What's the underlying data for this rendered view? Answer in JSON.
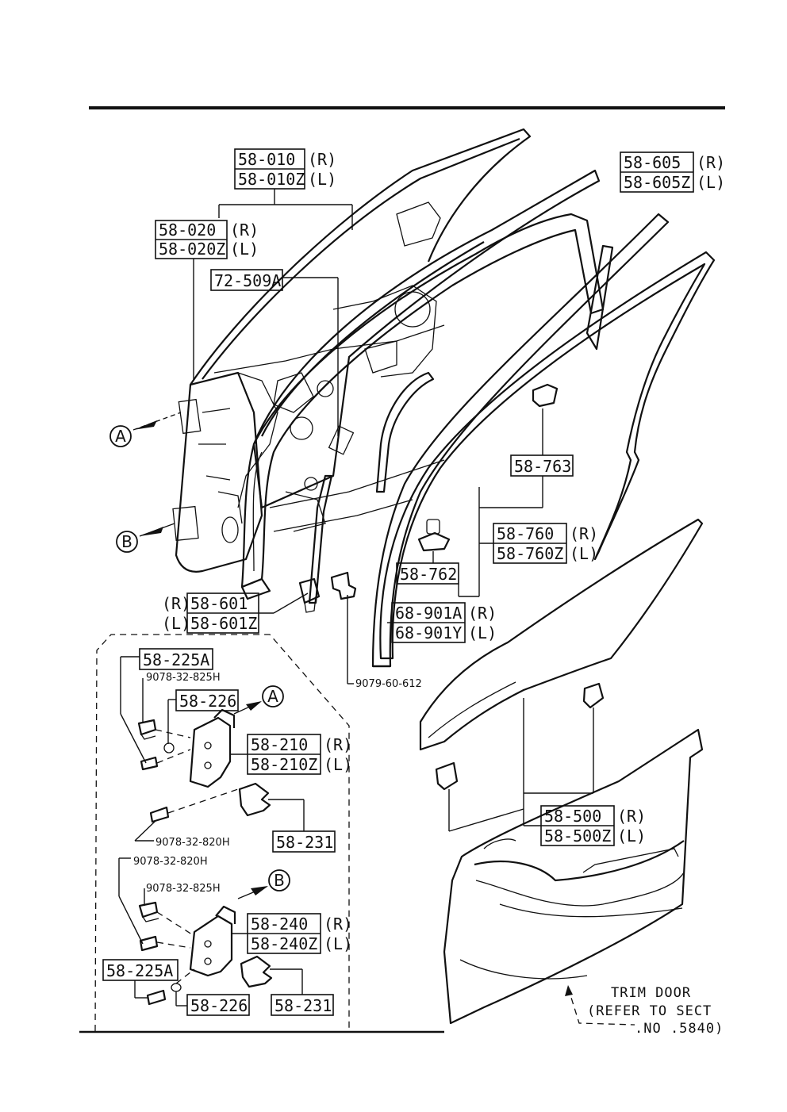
{
  "labels": {
    "l58_010": "58-010",
    "l58_010_side": "(R)",
    "l58_010z": "58-010Z",
    "l58_010z_side": "(L)",
    "l58_020": "58-020",
    "l58_020_side": "(R)",
    "l58_020z": "58-020Z",
    "l58_020z_side": "(L)",
    "l72_509a": "72-509A",
    "l58_605": "58-605",
    "l58_605_side": "(R)",
    "l58_605z": "58-605Z",
    "l58_605z_side": "(L)",
    "l58_763": "58-763",
    "l58_760": "58-760",
    "l58_760_side": "(R)",
    "l58_760z": "58-760Z",
    "l58_760z_side": "(L)",
    "l58_762": "58-762",
    "l68_901a": "68-901A",
    "l68_901a_side": "(R)",
    "l68_901y": "68-901Y",
    "l68_901y_side": "(L)",
    "l58_601_side": "(R)",
    "l58_601": "58-601",
    "l58_601z_side": "(L)",
    "l58_601z": "58-601Z",
    "l9079_60_612": "9079-60-612",
    "l58_225a_top": "58-225A",
    "l9078_32_825h_top": "9078-32-825H",
    "l58_226_top": "58-226",
    "l58_210": "58-210",
    "l58_210_side": "(R)",
    "l58_210z": "58-210Z",
    "l58_210z_side": "(L)",
    "l9078_32_820h_mid": "9078-32-820H",
    "l58_231_top": "58-231",
    "l9078_32_820h_low": "9078-32-820H",
    "l9078_32_825h_low": "9078-32-825H",
    "l58_240": "58-240",
    "l58_240_side": "(R)",
    "l58_240z": "58-240Z",
    "l58_240z_side": "(L)",
    "l58_225a_low": "58-225A",
    "l58_226_low": "58-226",
    "l58_231_low": "58-231",
    "l58_500": "58-500",
    "l58_500_side": "(R)",
    "l58_500z": "58-500Z",
    "l58_500z_side": "(L)",
    "callout_a": "A",
    "callout_b": "B",
    "trim_note_1": "TRIM DOOR",
    "trim_note_2": "(REFER TO SECT",
    "trim_note_3": ".NO .5840)"
  }
}
